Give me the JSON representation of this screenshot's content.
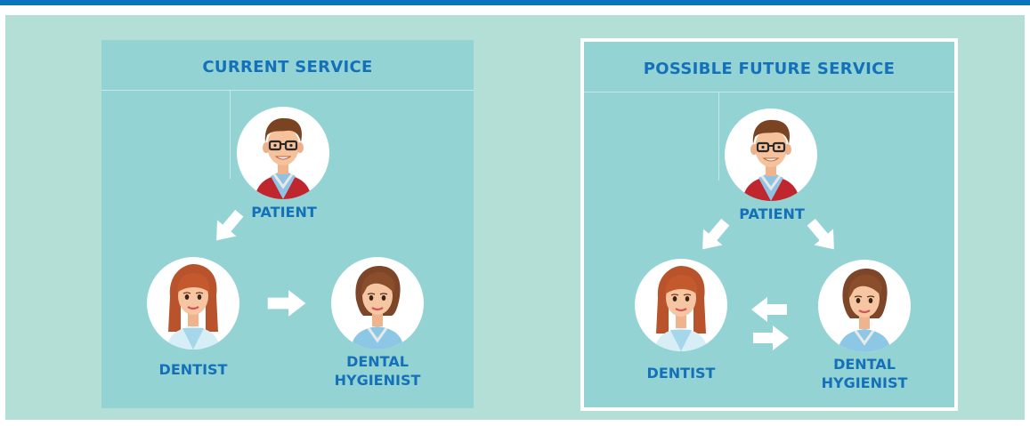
{
  "panels": {
    "current": {
      "title": "CURRENT SERVICE",
      "patient_label": "PATIENT",
      "dentist_label": "DENTIST",
      "hygienist_label": "DENTAL\nHYGIENIST"
    },
    "future": {
      "title": "POSSIBLE FUTURE SERVICE",
      "patient_label": "PATIENT",
      "dentist_label": "DENTIST",
      "hygienist_label": "DENTAL\nHYGIENIST"
    }
  },
  "colors": {
    "accent": "#0a74bc",
    "label_blue": "#1471b9",
    "background": "#b3dfd7",
    "panel": "#94d3d3",
    "arrow": "#ffffff"
  }
}
